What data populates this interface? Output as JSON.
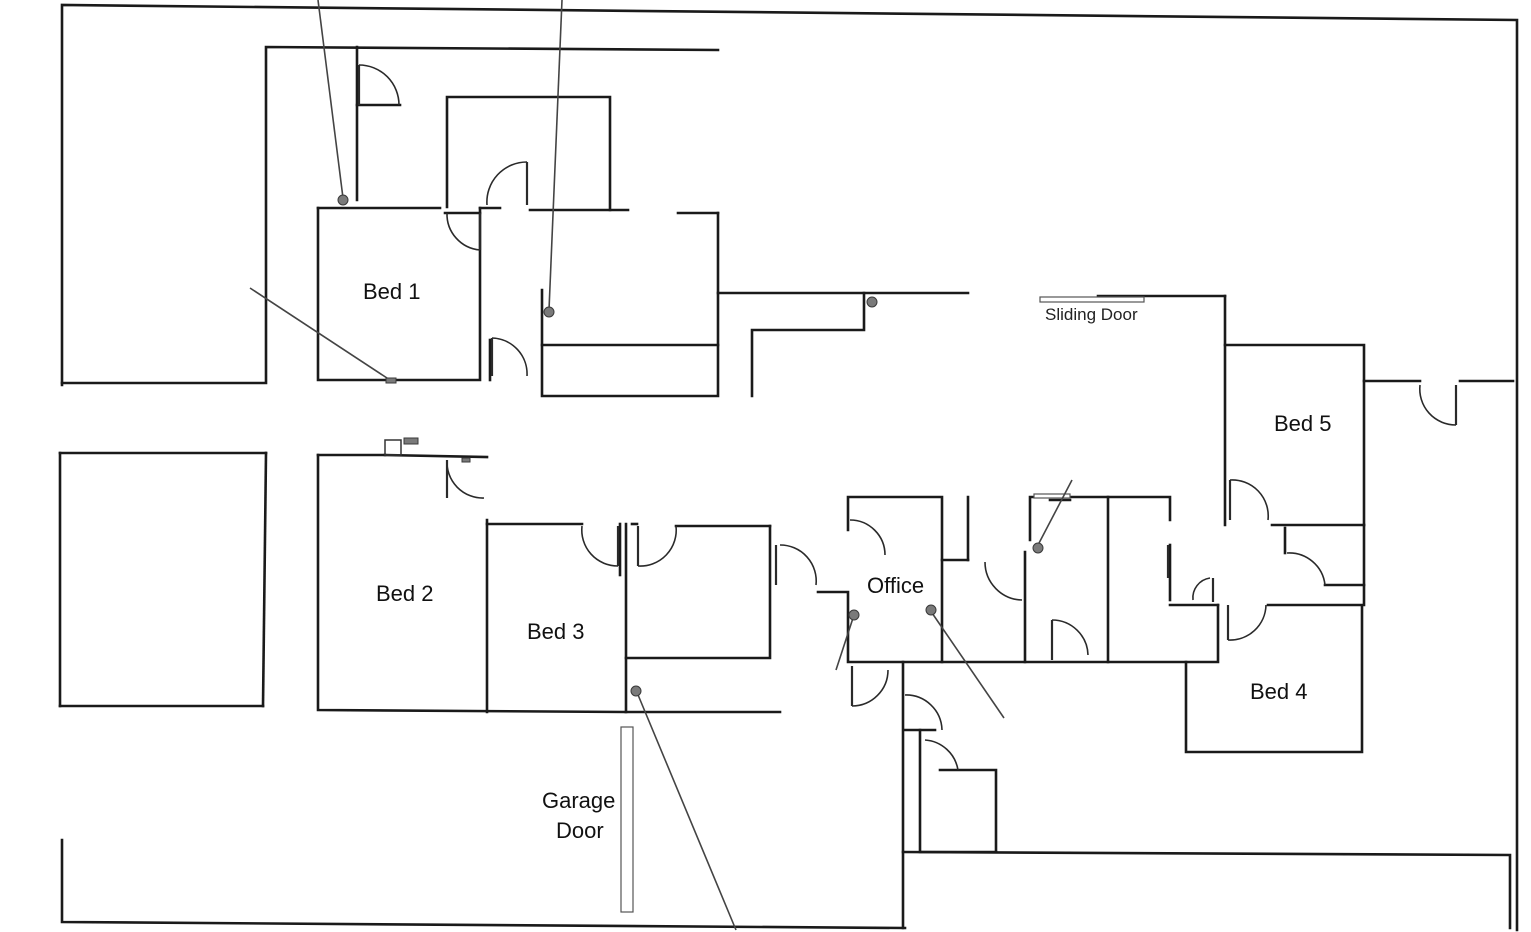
{
  "floor_plan": {
    "rooms": {
      "bed1": "Bed 1",
      "bed2": "Bed 2",
      "bed3": "Bed 3",
      "bed4": "Bed 4",
      "bed5": "Bed 5",
      "office": "Office"
    },
    "features": {
      "sliding_door": "Sliding Door",
      "garage_door_line1": "Garage",
      "garage_door_line2": "Door"
    }
  }
}
